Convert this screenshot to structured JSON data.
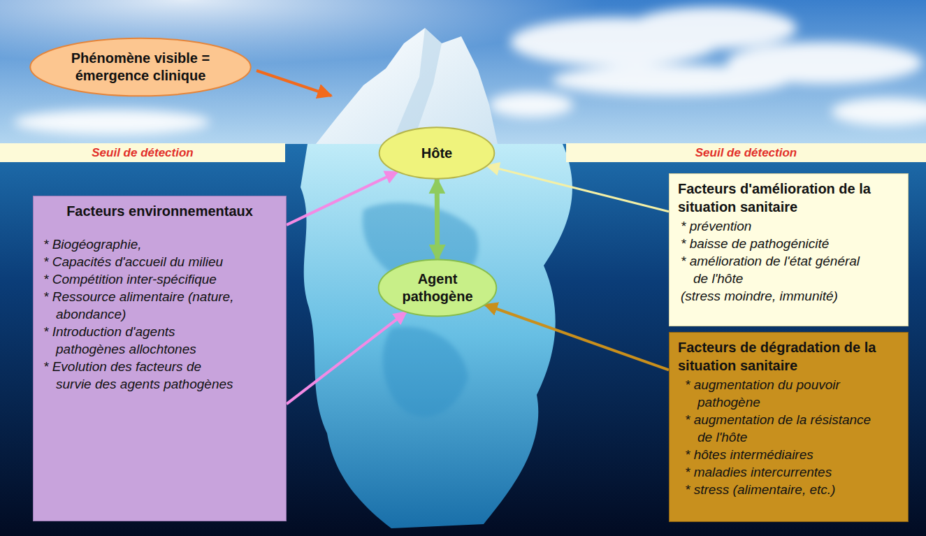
{
  "diagram": {
    "nodes": [
      {
        "text": [
          "Phénomène visible = émergence clinique"
        ]
      },
      {
        "text": [
          "Seuil de détection"
        ]
      },
      {
        "text": [
          "Hôte"
        ]
      },
      {
        "text": [
          "Seuil de détection"
        ]
      },
      {
        "text": [
          "Facteurs environnementaux",
          "* Biogéographie,",
          "* Capacités d'accueil du milieu",
          "* Compétition inter-spécifique",
          "* Ressource alimentaire (nature, abondance)",
          "* Introduction d'agents pathogènes allochtones",
          "* Evolution des facteurs de survie des agents pathogènes"
        ]
      },
      {
        "text": [
          "Facteurs d'amélioration de la situation sanitaire",
          "* prévention",
          "* baisse de pathogénicité",
          "* amélioration de l'état général de l'hôte",
          "(stress moindre, immunité)"
        ]
      },
      {
        "text": [
          "Agent pathogène"
        ]
      },
      {
        "text": [
          "Facteurs de dégradation de la situation sanitaire",
          "* augmentation du pouvoir pathogène",
          "* augmentation de la résistance de l'hôte",
          "* hôtes intermédiaires",
          "* maladies intercurrentes",
          "* stress (alimentaire, etc.)"
        ]
      }
    ],
    "edges": [
      {
        "from": 4,
        "to": 2,
        "arrow": "to"
      },
      {
        "from": 4,
        "to": 6,
        "arrow": "to"
      },
      {
        "from": 2,
        "to": 6,
        "arrow": "both"
      },
      {
        "from": 5,
        "to": 2,
        "arrow": "to"
      },
      {
        "from": 7,
        "to": 6,
        "arrow": "to"
      }
    ]
  }
}
